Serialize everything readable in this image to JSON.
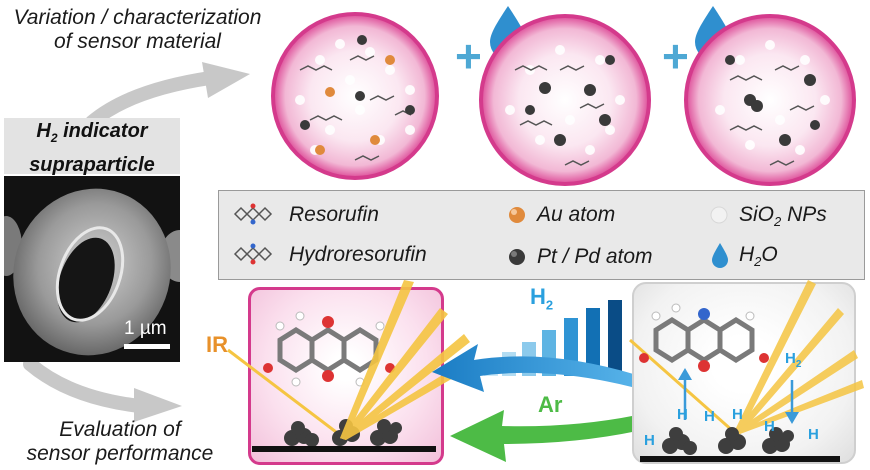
{
  "top_caption": {
    "line1": "Variation / characterization",
    "line2": "of sensor material"
  },
  "bottom_caption": {
    "line1": "Evaluation of",
    "line2": "sensor performance"
  },
  "indicator": {
    "line1": "H",
    "sub": "2",
    "line1_rest": " indicator",
    "line2": "supraparticle"
  },
  "scale_bar": {
    "label": "1 µm"
  },
  "plus_signs": [
    "+",
    "+"
  ],
  "legend": {
    "resorufin": "Resorufin",
    "hydroresorufin": "Hydroresorufin",
    "au_atom": "Au atom",
    "pt_pd_atom": "Pt / Pd atom",
    "sio2_prefix": "SiO",
    "sio2_sub": "2",
    "sio2_suffix": " NPs",
    "h2o_prefix": "H",
    "h2o_sub": "2",
    "h2o_suffix": "O"
  },
  "labels": {
    "ir": "IR",
    "h2_main": "H",
    "h2_main_sub": "2",
    "ar": "Ar",
    "h2_small": "H",
    "h2_small_sub": "2",
    "h_atom": "H"
  },
  "colors": {
    "pink": "#d43a8c",
    "au": "#e08a3c",
    "pt": "#3a3a3a",
    "water": "#2f8fcf",
    "plus": "#4ea8d4",
    "ir": "#e8912a",
    "h2_arrow": "#2aa0de",
    "ar_arrow": "#4dbb46",
    "beam": "#f5c542"
  }
}
